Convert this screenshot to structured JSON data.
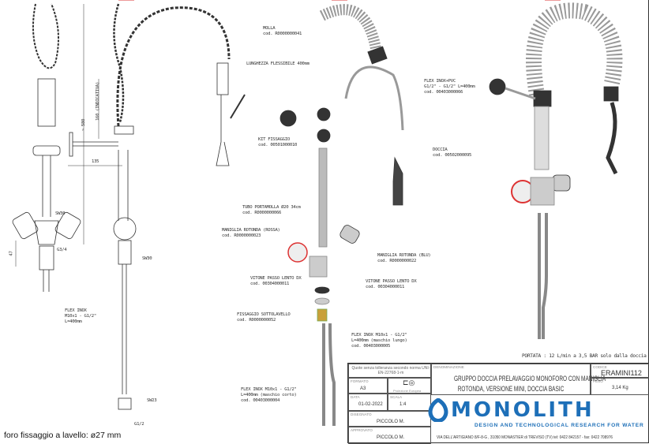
{
  "drawing": {
    "dimensions": {
      "overall_height": "~ 580",
      "spring_length": "160 (INDICATIVA)",
      "reach": "135",
      "body_height": "47",
      "thread": "G3/4",
      "nut_top": "SW30",
      "nut_side": "SW30",
      "nut_bottom": "SW23",
      "bottom_thread": "G1/2"
    },
    "left_flex_label": [
      "FLEX INOX",
      "M10x1 - G1/2\"",
      "L=400mm"
    ],
    "lunghezza_flessibile": "LUNGHEZZA FLESSIBILE 400mm",
    "parts": [
      {
        "name": "MOLLA",
        "code": "cod. R0000000041"
      },
      {
        "name": "FLEX INOX+PVC",
        "spec": "G1/2\" - G1/2\" L=400mm",
        "code": "cod. 00403000066"
      },
      {
        "name": "KIT FISSAGGIO",
        "code": "cod. 00501000010"
      },
      {
        "name": "DOCCIA",
        "code": "cod. 00502000095"
      },
      {
        "name": "TUBO PORTAMOLLA Ø20 34cm",
        "code": "cod. R0000000066"
      },
      {
        "name": "MANIGLIA ROTONDA (ROSSA)",
        "code": "cod. R0000000023"
      },
      {
        "name": "MANIGLIA ROTONDA (BLU)",
        "code": "cod. R0000000022"
      },
      {
        "name": "VITONE PASSO LENTO DX",
        "code": "cod. 00304000011"
      },
      {
        "name": "VITONE PASSO LENTO DX",
        "code": "cod. 00304000011"
      },
      {
        "name": "FISSAGGIO SOTTOLAVELLO",
        "code": "cod. R0000000052"
      },
      {
        "name": "FLEX INOX M10x1 - G1/2\"",
        "spec": "L=400mm (maschio lungo)",
        "code": "cod. 00403000005"
      },
      {
        "name": "FLEX INOX M10x1 - G1/2\"",
        "spec": "L=400mm (maschio corto)",
        "code": "cod. 00403000004"
      }
    ],
    "portata": "PORTATA : 12 L/min a 3,5 BAR solo dalla doccia",
    "foro": "foro fissaggio a lavello: ø27 mm"
  },
  "title_block": {
    "tolerance": "Quote senza tolleranza secondo norma UNI-EN-22768-1-m",
    "formato_label": "FORMATO",
    "formato": "A3",
    "projection": "Proiezione Europea",
    "data_label": "DATA",
    "data": "01-02-2022",
    "scala_label": "SCALA",
    "scala": "1:4",
    "disegnato_label": "DISEGNATO",
    "disegnato": "PICCOLO M.",
    "approvato_label": "APPROVATO",
    "approvato": "PICCOLO M.",
    "denominazione_label": "DENOMINAZIONE",
    "denominazione": [
      "GRUPPO DOCCIA PRELAVAGGIO MONOFORO CON MANIGLIA",
      "ROTONDA, VERSIONE MINI, DOCCIA BASIC"
    ],
    "codice_label": "CODICE",
    "codice": "ERAMINI112",
    "peso_label": "PESO",
    "peso": "3,14 Kg",
    "brand": "MONOLITH",
    "slogan": "DESIGN AND TECHNOLOGICAL RESEARCH FOR WATER",
    "address": "VIA DELL'ARTIGIANO 8/F-8-G , 31050 MONASTIER di TREVISO (TV) tel: 0422 842157 - fax: 0422 708976",
    "brand_color": "#1d6fb8"
  }
}
